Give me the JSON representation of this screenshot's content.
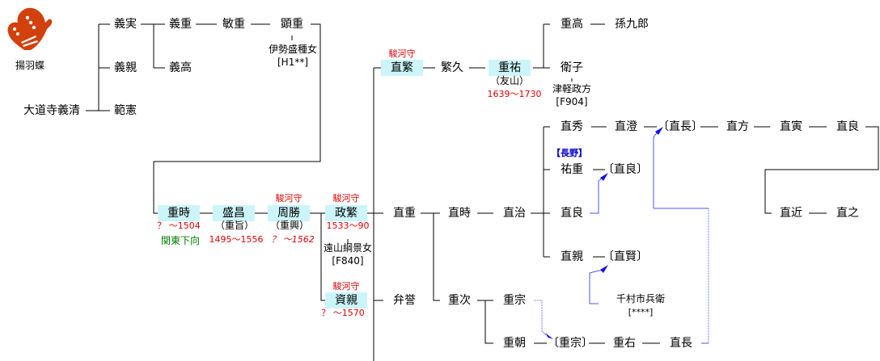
{
  "crest": {
    "name": "揚羽蝶",
    "color": "#d2400c"
  },
  "persons": {
    "yoshikiyo": "大道寺義清",
    "yoshizane": "義実",
    "yoshichika": "義親",
    "noriken": "範憲",
    "yoshishige": "義重",
    "yoshitaka": "義高",
    "toshishige": "敏重",
    "akishige": "顕重",
    "akishige_wife": "伊勢盛種女",
    "akishige_wife_code": "[H1**]",
    "shigetoki": "重時",
    "shigetoki_years": "？ ～1504",
    "shigetoki_note": "関東下向",
    "morimasa": "盛昌",
    "morimasa_alias": "（重旨）",
    "morimasa_years": "1495～1556",
    "kanekatsu": "周勝",
    "kanekatsu_title": "駿河守",
    "kanekatsu_alias": "（重興）",
    "kanekatsu_years": "？ ～1562",
    "masashige": "政繁",
    "masashige_title": "駿河守",
    "masashige_years": "1533～90",
    "masashige_wife": "遠山綱景女",
    "masashige_wife_code": "[F840]",
    "sukechika": "資親",
    "sukechika_title": "駿河守",
    "sukechika_years": "？ ～1570",
    "naoshige_a": "直繁",
    "naoshige_a_title": "駿河守",
    "shigehisa": "繁久",
    "shigesuke": "重祐",
    "shigesuke_alias": "（友山）",
    "shigesuke_years": "1639～1730",
    "shigetaka": "重高",
    "magokuro": "孫九郎",
    "eiko": "衛子",
    "eiko_husband": "津軽政方",
    "eiko_husband_code": "[F904]",
    "naoshige_b": "直重",
    "benyo": "弁誉",
    "naotoki": "直時",
    "naoharu": "直治",
    "shigetsugu": "重次",
    "naohide": "直秀",
    "naozumi": "直澄",
    "naonaga_ref": "〔直長〕",
    "naokata": "直方",
    "naotora": "直寅",
    "naoyoshi_top": "直良",
    "naochika": "直近",
    "naoyuki": "直之",
    "nagano_label": "【長野】",
    "sukeshige": "祐重",
    "naoyoshi_ref": "〔直良〕",
    "naoyoshi": "直良",
    "naochika2": "直親",
    "naokata_ref": "〔直賢〕",
    "chimura": "千村市兵衛",
    "chimura_code": "[****]",
    "shigemune": "重宗",
    "shigetomo": "重朝",
    "shigemune_ref": "〔重宗〕",
    "shigemigi": "重右",
    "naonaga": "直長"
  },
  "colors": {
    "highlight": "#ccf5fa",
    "title_red": "#e00000",
    "note_green": "#008000",
    "link_blue": "#4a55ff"
  }
}
